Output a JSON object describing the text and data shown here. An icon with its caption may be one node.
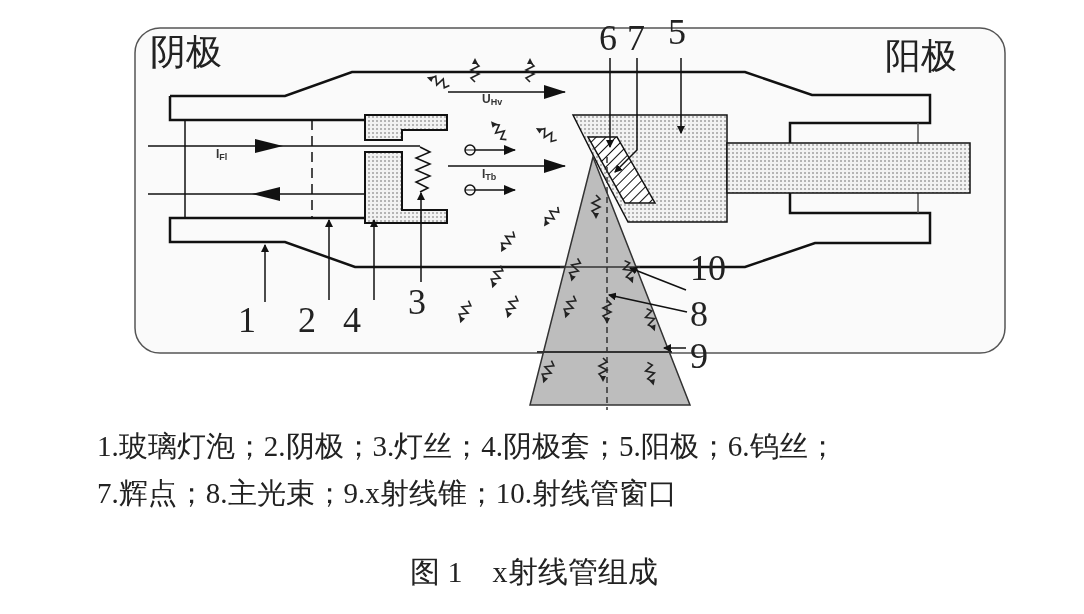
{
  "diagram": {
    "caption": "图 1　x射线管组成",
    "nodes": [
      {
        "text": [
          "6"
        ]
      },
      {
        "text": [
          "7"
        ]
      },
      {
        "text": [
          "5"
        ]
      },
      {
        "text": [
          "10"
        ]
      },
      {
        "text": [
          "8"
        ]
      },
      {
        "text": [
          "9"
        ]
      },
      {
        "text": [
          "1"
        ]
      },
      {
        "text": [
          "2"
        ]
      },
      {
        "text": [
          "4"
        ]
      },
      {
        "text": [
          "3"
        ]
      }
    ],
    "edges": [
      {
        "from": 0,
        "to": null,
        "arrow": "to"
      },
      {
        "from": 1,
        "to": null,
        "arrow": "to"
      },
      {
        "from": 2,
        "to": null,
        "arrow": "to"
      },
      {
        "from": 3,
        "to": null,
        "arrow": "to"
      },
      {
        "from": 4,
        "to": null,
        "arrow": "to"
      },
      {
        "from": 5,
        "to": null,
        "arrow": "to"
      },
      {
        "from": 6,
        "to": null,
        "arrow": "to"
      },
      {
        "from": 7,
        "to": null,
        "arrow": "to"
      },
      {
        "from": 8,
        "to": null,
        "arrow": "to"
      },
      {
        "from": 9,
        "to": null,
        "arrow": "to"
      }
    ],
    "labels": [
      "阴极",
      "阳极",
      "U$_{Hv}$",
      "I$_{Fl}$",
      "I$_{Tb}$",
      "1.玻璃灯泡；2.阴极；3.灯丝；4.阴极套；5.阳极；6.钨丝；",
      "7.辉点；8.主光束；9.x射线锥；10.射线管窗口"
    ]
  }
}
